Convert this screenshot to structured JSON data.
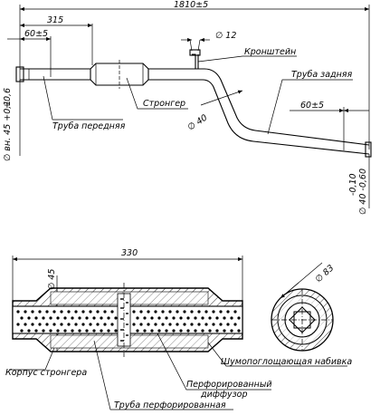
{
  "dimensions": {
    "overall_length": "1810±5",
    "front_length": "315",
    "front_end_length": "60±5",
    "bracket_diameter": "∅ 12",
    "bend_diameter": "∅ 40",
    "rear_end_length": "60±5",
    "front_inner_diameter": "∅ вн. 45 +0,1",
    "front_inner_tol_upper": "+0,6",
    "rear_diameter": "∅ 40 -0,60",
    "rear_tol": "-0,10",
    "strong_length": "330",
    "strong_diameter": "∅ 45",
    "section_diameter": "∅ 83"
  },
  "labels": {
    "bracket": "Кронштейн",
    "rear_pipe": "Труба задняя",
    "stronger": "Стронгер",
    "front_pipe": "Труба передняя",
    "stronger_body": "Корпус стронгера",
    "sound_absorbing": "Шумопоглощающая набивка",
    "perforated_diffuser_1": "Перфорированный",
    "perforated_diffuser_2": "диффузор",
    "perforated_pipe": "Труба перфорированная"
  }
}
